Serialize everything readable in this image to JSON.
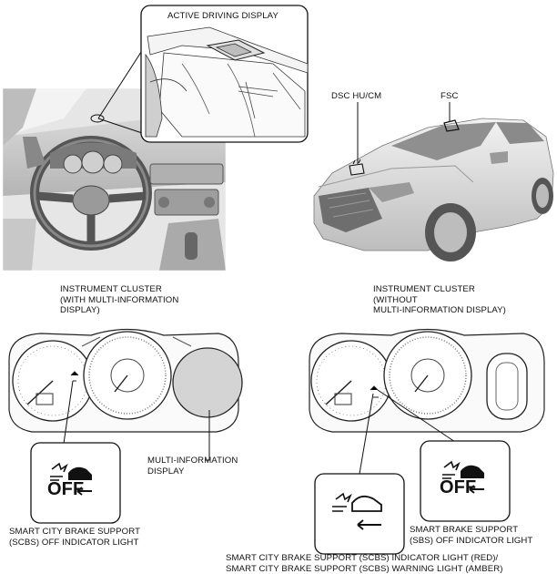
{
  "labels": {
    "active_driving_display": "ACTIVE DRIVING DISPLAY",
    "dsc_hu_cm": "DSC HU/CM",
    "fsc": "FSC",
    "cluster_with_mid": "INSTRUMENT CLUSTER\n(WITH MULTI-INFORMATION\nDISPLAY)",
    "cluster_without_mid": "INSTRUMENT CLUSTER\n(WITHOUT\nMULTI-INFORMATION DISPLAY)",
    "multi_information_display": "MULTI-INFORMATION\nDISPLAY",
    "scbs_off_indicator": "SMART CITY BRAKE SUPPORT\n(SCBS) OFF INDICATOR LIGHT",
    "sbs_off_indicator": "SMART BRAKE SUPPORT\n(SBS) OFF INDICATOR LIGHT",
    "scbs_indicator_warning": "SMART CITY BRAKE SUPPORT (SCBS) INDICATOR LIGHT (RED)/\nSMART CITY BRAKE SUPPORT (SCBS) WARNING LIGHT (AMBER)"
  },
  "icon_text": {
    "off": "OFF"
  },
  "colors": {
    "line": "#111111",
    "shade": "#d9d9d9",
    "display_fill": "#d4d4d4"
  }
}
